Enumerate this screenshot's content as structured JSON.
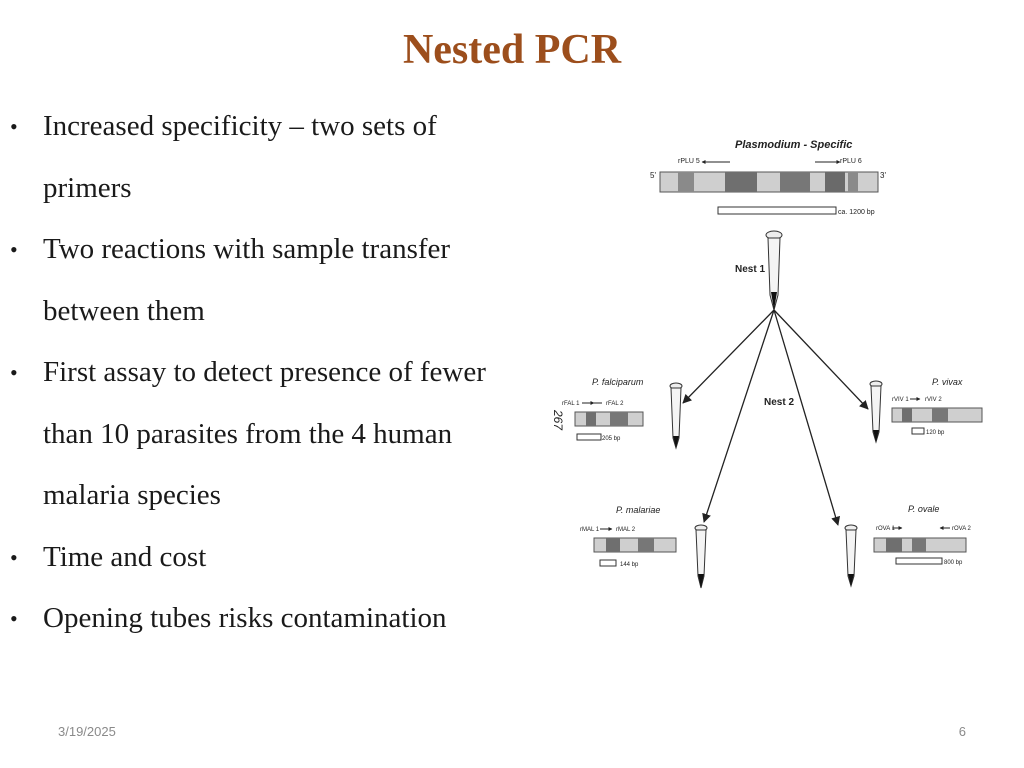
{
  "slide": {
    "title": "Nested PCR",
    "bullets": [
      "Increased specificity – two sets of primers",
      "Two reactions with sample transfer between them",
      "First assay  to detect presence of fewer than 10 parasites from the 4 human malaria species",
      "Time and cost",
      "Opening tubes risks contamination"
    ],
    "date": "3/19/2025",
    "page_number": "6"
  },
  "figure": {
    "plasmodium_label": "Plasmodium - Specific",
    "primer_left": "rPLU 5",
    "primer_right": "rPLU 6",
    "end_5": "5'",
    "end_3": "3'",
    "product_size": "ca. 1200 bp",
    "nest1_label": "Nest 1",
    "nest2_label": "Nest 2",
    "side_number": "267",
    "species": [
      {
        "name": "P. falciparum",
        "primer_left": "rFAL 1",
        "primer_right": "rFAL 2",
        "size": "205 bp"
      },
      {
        "name": "P. vivax",
        "primer_left": "rVIV 1",
        "primer_right": "rVIV 2",
        "size": "120 bp"
      },
      {
        "name": "P. malariae",
        "primer_left": "rMAL 1",
        "primer_right": "rMAL 2",
        "size": "144 bp"
      },
      {
        "name": "P. ovale",
        "primer_left": "rOVA 1",
        "primer_right": "rOVA 2",
        "size": "800 bp"
      }
    ]
  }
}
